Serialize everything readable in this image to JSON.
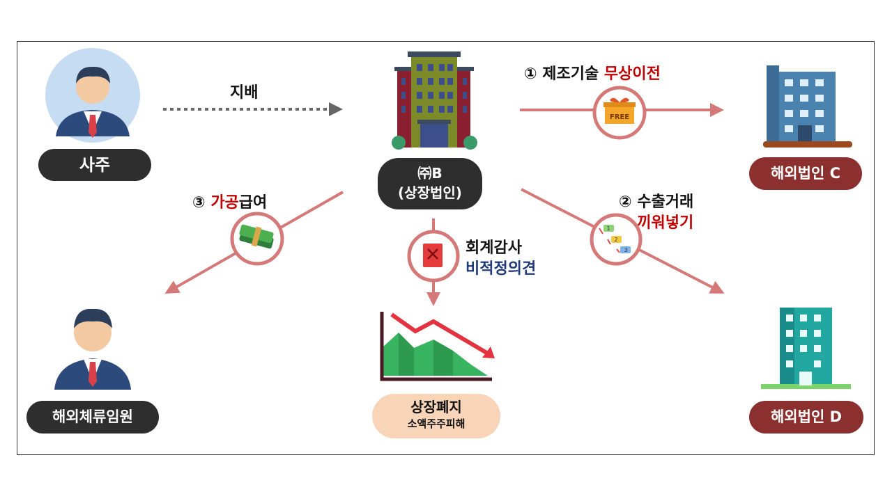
{
  "nodes": {
    "owner": "사주",
    "company_b_line1": "㈜B",
    "company_b_line2": "(상장법인)",
    "overseas_c": "해외법인 C",
    "overseas_d": "해외법인 D",
    "overseas_exec": "해외체류임원",
    "delisting_title": "상장폐지",
    "delisting_sub": "소액주주피해"
  },
  "edges": {
    "control": "지배",
    "tech_transfer_prefix": "① 제조기술",
    "tech_transfer_emph": "무상이전",
    "export_line1": "② 수출거래",
    "export_line2": "끼워넣기",
    "salary_prefix": "③",
    "salary_emph": "가공",
    "salary_suffix": "급여",
    "audit_line1": "회계감사",
    "audit_line2": "비적정의견"
  },
  "badges": {
    "free": "FREE",
    "step1": "1",
    "step2": "2",
    "step3": "3"
  },
  "colors": {
    "arrow": "#d47878",
    "dark_pill": "#2e2e2e",
    "red_pill": "#8b2f2f",
    "emphasis_red": "#c00000",
    "emphasis_navy": "#1f3a7a",
    "delisting_pill": "#f8d4b8"
  },
  "icons": [
    "person-icon",
    "building-icon",
    "gift-icon",
    "money-icon",
    "document-reject-icon",
    "list-steps-icon",
    "chart-down-icon"
  ]
}
